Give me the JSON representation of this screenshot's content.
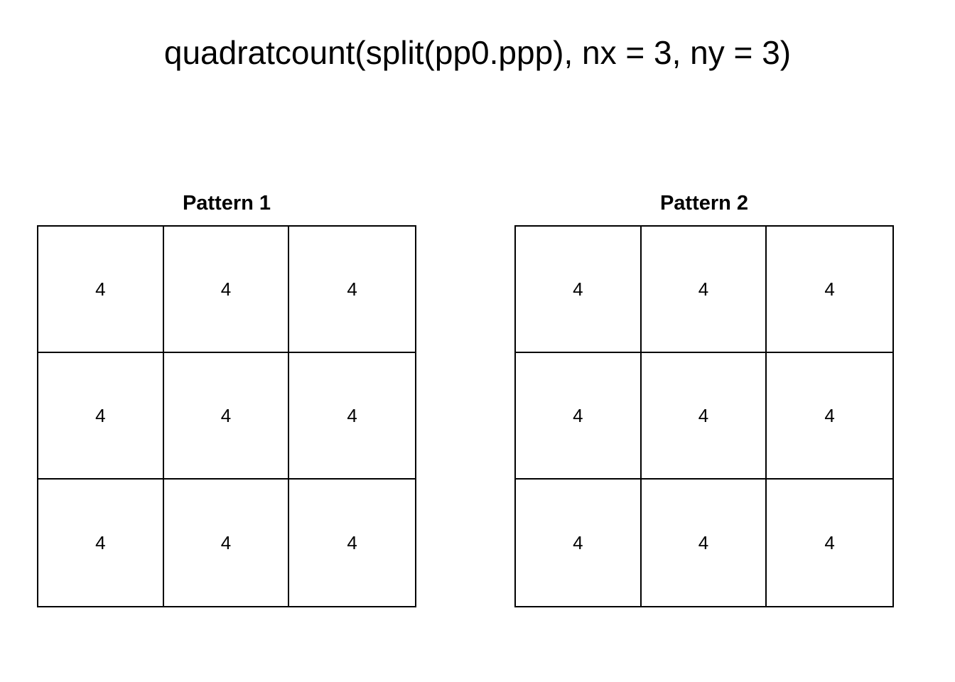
{
  "title": "quadratcount(split(pp0.ppp), nx = 3, ny = 3)",
  "chart_data": {
    "type": "table",
    "title": "quadratcount(split(pp0.ppp), nx = 3, ny = 3)",
    "nx": 3,
    "ny": 3,
    "panels": [
      {
        "title": "Pattern 1",
        "counts": [
          [
            4,
            4,
            4
          ],
          [
            4,
            4,
            4
          ],
          [
            4,
            4,
            4
          ]
        ]
      },
      {
        "title": "Pattern 2",
        "counts": [
          [
            4,
            4,
            4
          ],
          [
            4,
            4,
            4
          ],
          [
            4,
            4,
            4
          ]
        ]
      }
    ]
  }
}
